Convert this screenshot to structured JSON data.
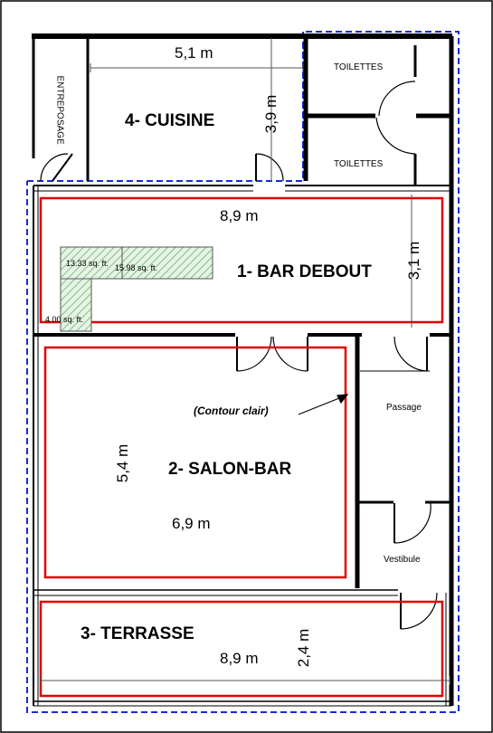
{
  "rooms": {
    "kitchen": "4- CUISINE",
    "bar": "1- BAR DEBOUT",
    "salon": "2- SALON-BAR",
    "terrace": "3- TERRASSE",
    "storage": "ENTREPOSAGE",
    "toilet_1": "TOILETTES",
    "toilet_2": "TOILETTES",
    "passage": "Passage",
    "vestibule": "Vestibule"
  },
  "dimensions": {
    "kitchen_width": "5,1 m",
    "kitchen_depth": "3,9 m",
    "bar_width": "8,9 m",
    "bar_depth": "3,1 m",
    "salon_depth": "5,4 m",
    "salon_width": "6,9 m",
    "terrace_width": "8,9 m",
    "terrace_depth": "2,4 m"
  },
  "counter_areas": {
    "a": "13.33 sq. ft.",
    "b": "15.98 sq. ft.",
    "c": "4.00 sq. ft."
  },
  "annotation": "(Contour clair)",
  "colors": {
    "wall": "#000000",
    "zone_outline": "#e00000",
    "dashed_outline": "#1a2bd6",
    "counter_hatch": "#7fbf7f"
  }
}
